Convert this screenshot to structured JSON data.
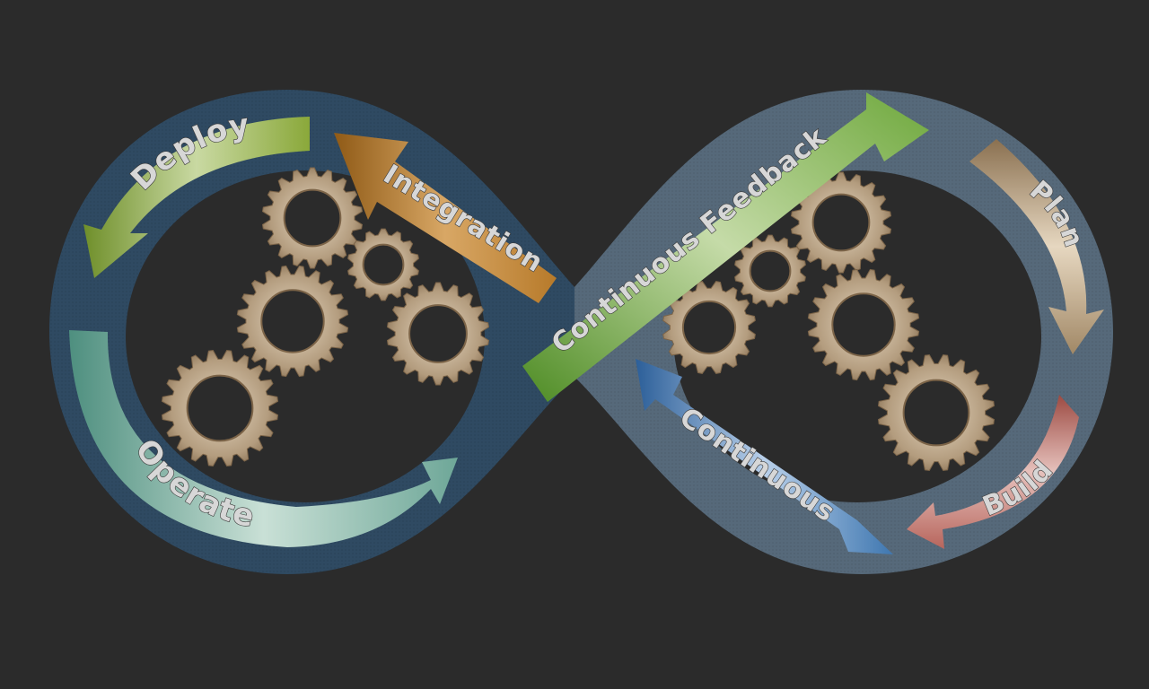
{
  "diagram": {
    "colors": {
      "background": "#2b2b2b",
      "loop_left": "#2f4a62",
      "loop_right": "#56697a",
      "gear": "#b9a58a",
      "gear_dark": "#7c6448",
      "label_text": "#d7d7d7"
    },
    "arrows": [
      {
        "id": "deploy",
        "label": "Deploy",
        "color": "#8aa83a",
        "icon": "arrow-curved"
      },
      {
        "id": "integration",
        "label": "Integration",
        "color": "#b77a2a",
        "icon": "arrow-curved"
      },
      {
        "id": "operate",
        "label": "Operate",
        "color": "#6ea798",
        "icon": "arrow-curved"
      },
      {
        "id": "feedback",
        "label": "Continuous Feedback",
        "color": "#6ea83c",
        "icon": "arrow-straight"
      },
      {
        "id": "plan",
        "label": "Plan",
        "color": "#a18866",
        "icon": "arrow-curved"
      },
      {
        "id": "continuous",
        "label": "Continuous",
        "color": "#3f77b0",
        "icon": "arrow-curved"
      },
      {
        "id": "build",
        "label": "Build",
        "color": "#b7655c",
        "icon": "arrow-curved"
      }
    ],
    "gears_icon": "gear-icon"
  }
}
